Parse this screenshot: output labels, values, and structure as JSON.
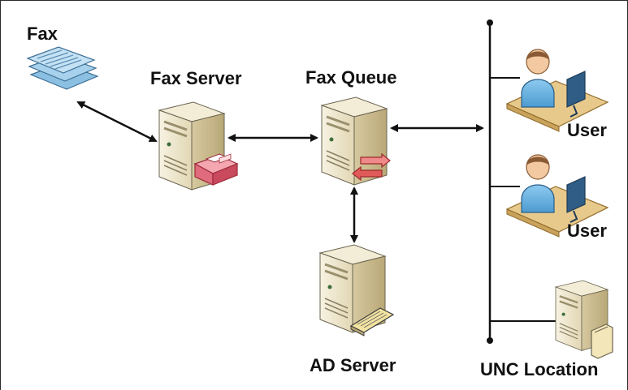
{
  "labels": {
    "fax": "Fax",
    "fax_server": "Fax Server",
    "fax_queue": "Fax Queue",
    "user_1": "User",
    "user_2": "User",
    "ad_server": "AD Server",
    "unc_location": "UNC Location"
  },
  "icons": {
    "fax_documents": "fax-documents-icon",
    "fax_server": "fax-server-icon",
    "fax_queue": "fax-queue-server-icon",
    "ad_server": "ad-server-icon",
    "user": "user-workstation-icon",
    "unc_location": "unc-location-icon"
  },
  "colors": {
    "server_body": "#efe7cf",
    "server_side": "#d2c59e",
    "document": "#9ec9e6",
    "fax_machine": "#e98a96",
    "queue_arrow": "#e05a5a",
    "user_body": "#6fb3e0",
    "desk": "#e7c98d",
    "connector": "#111111"
  }
}
